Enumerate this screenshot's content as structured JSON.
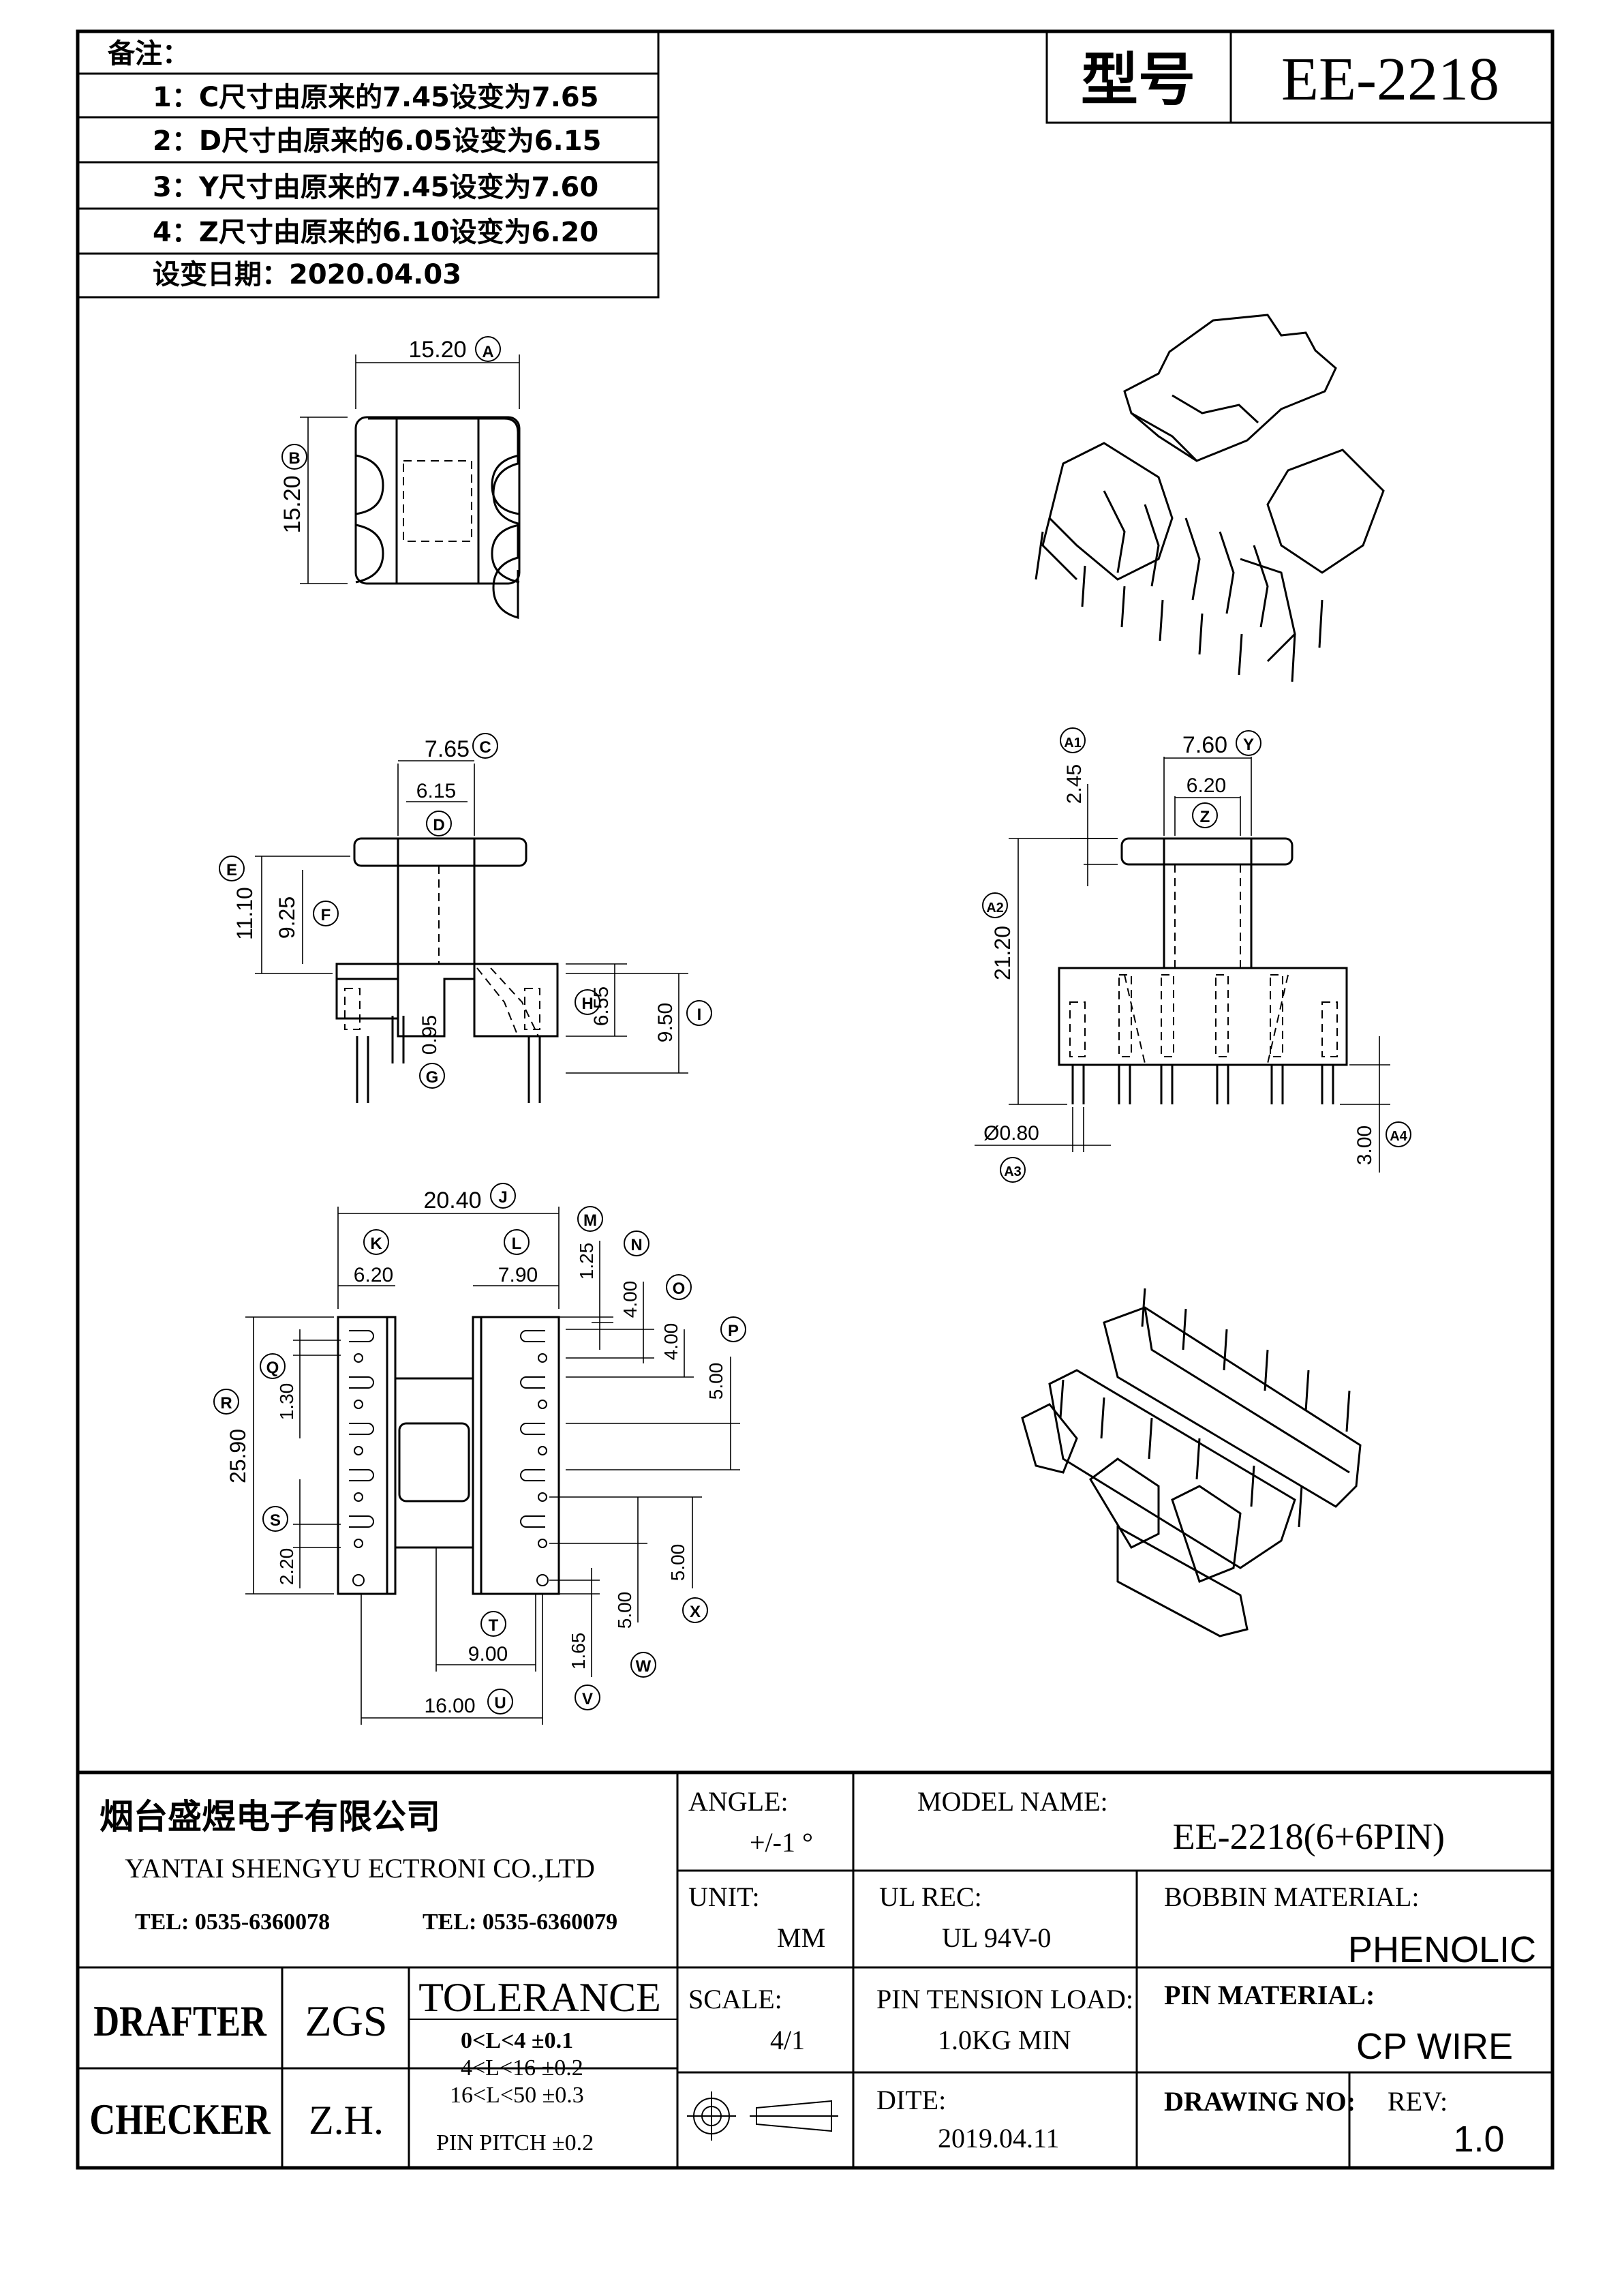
{
  "notes": {
    "header": "备注：",
    "items": [
      "1：C尺寸由原来的7.45设变为7.65",
      "2：D尺寸由原来的6.05设变为6.15",
      "3：Y尺寸由原来的7.45设变为7.60",
      "4：Z尺寸由原来的6.10设变为6.20"
    ],
    "change_date": "设变日期：2020.04.03"
  },
  "model_box": {
    "label": "型号",
    "value": "EE-2218"
  },
  "top_view": {
    "width_dim": "15.20",
    "width_tag": "A",
    "height_dim": "15.20",
    "height_tag": "B"
  },
  "front_view": {
    "c_dim": "7.65",
    "c_tag": "C",
    "d_dim": "6.15",
    "d_tag": "D",
    "e_dim": "11.10",
    "e_tag": "E",
    "f_dim": "9.25",
    "f_tag": "F",
    "g_dim": "0.95",
    "g_tag": "G",
    "h_dim": "6.55",
    "h_tag": "H",
    "i_dim": "9.50",
    "i_tag": "I"
  },
  "side_view": {
    "a1_dim": "2.45",
    "a1_tag": "A1",
    "y_dim": "7.60",
    "y_tag": "Y",
    "z_dim": "6.20",
    "z_tag": "Z",
    "a2_dim": "21.20",
    "a2_tag": "A2",
    "a3_dim": "Ø0.80",
    "a3_tag": "A3",
    "a4_dim": "3.00",
    "a4_tag": "A4"
  },
  "bottom_view": {
    "j_dim": "20.40",
    "j_tag": "J",
    "k_dim": "6.20",
    "k_tag": "K",
    "l_dim": "7.90",
    "l_tag": "L",
    "m_dim": "1.25",
    "m_tag": "M",
    "n_dim": "4.00",
    "n_tag": "N",
    "o_dim": "4.00",
    "o_tag": "O",
    "p_dim": "5.00",
    "p_tag": "P",
    "q_dim": "1.30",
    "q_tag": "Q",
    "r_dim": "25.90",
    "r_tag": "R",
    "s_dim": "2.20",
    "s_tag": "S",
    "t_dim": "9.00",
    "t_tag": "T",
    "u_dim": "16.00",
    "u_tag": "U",
    "v_dim": "1.65",
    "v_tag": "V",
    "w_dim": "5.00",
    "w_tag": "W",
    "x_dim": "5.00",
    "x_tag": "X"
  },
  "title_block": {
    "company_cn": "烟台盛煜电子有限公司",
    "company_en": "YANTAI SHENGYU ECTRONI CO.,LTD",
    "tel1": "TEL: 0535-6360078",
    "tel2": "TEL: 0535-6360079",
    "angle_label": "ANGLE:",
    "angle_value": "+/-1 °",
    "model_name_label": "MODEL NAME:",
    "model_name_value": "EE-2218(6+6PIN)",
    "unit_label": "UNIT:",
    "unit_value": "MM",
    "ul_label": "UL REC:",
    "ul_value": "UL 94V-0",
    "bobbin_label": "BOBBIN MATERIAL:",
    "bobbin_value": "PHENOLIC",
    "scale_label": "SCALE:",
    "scale_value": "4/1",
    "pin_tension_label": "PIN TENSION LOAD:",
    "pin_tension_value": "1.0KG MIN",
    "pin_material_label": "PIN MATERIAL:",
    "pin_material_value": "CP WIRE",
    "date_label": "DITE:",
    "date_value": "2019.04.11",
    "drawing_no_label": "DRAWING NO:",
    "rev_label": "REV:",
    "rev_value": "1.0",
    "drafter_label": "DRAFTER",
    "drafter_value": "ZGS",
    "checker_label": "CHECKER",
    "checker_value": "Z.H.",
    "tolerance_label": "TOLERANCE",
    "tolerance_rows": [
      "0<L<4   ±0.1",
      "4<L<16   ±0.2",
      "16<L<50   ±0.3"
    ],
    "pin_pitch": "PIN PITCH  ±0.2"
  }
}
